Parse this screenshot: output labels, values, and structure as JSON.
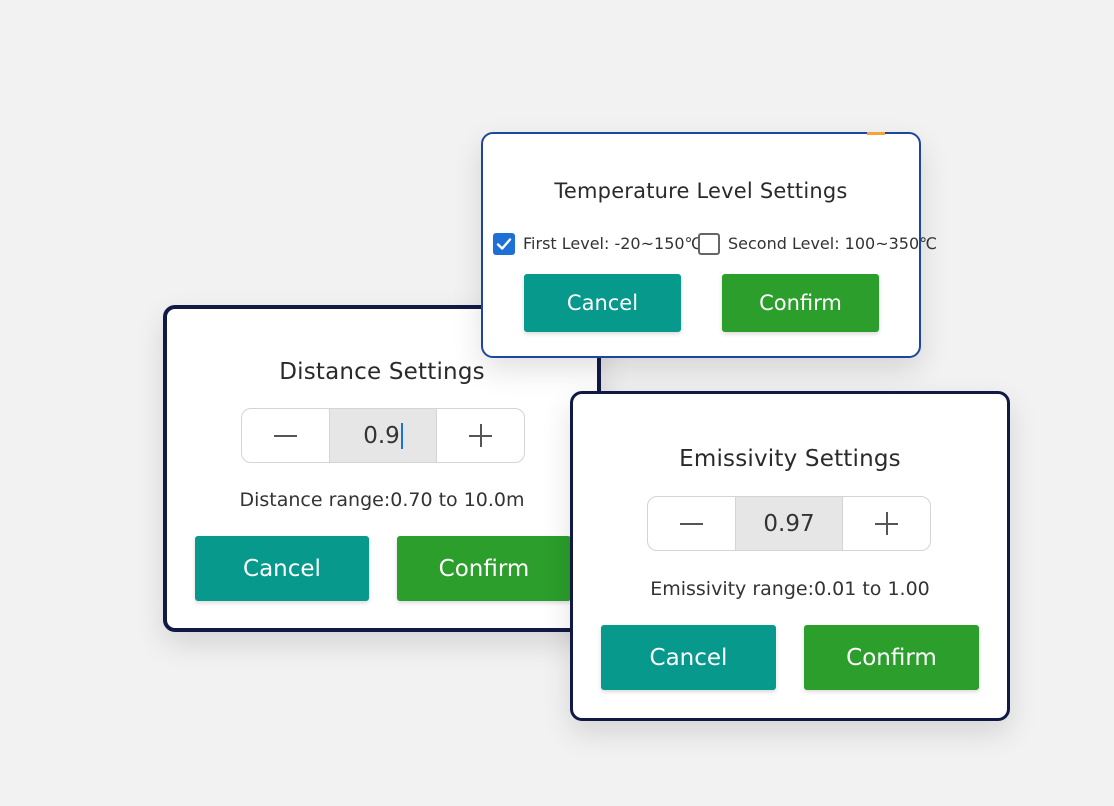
{
  "distance_dialog": {
    "title": "Distance Settings",
    "value": "0.9",
    "range_text": "Distance range:0.70 to 10.0m",
    "cancel_label": "Cancel",
    "confirm_label": "Confirm"
  },
  "emissivity_dialog": {
    "title": "Emissivity Settings",
    "value": "0.97",
    "range_text": "Emissivity range:0.01 to 1.00",
    "cancel_label": "Cancel",
    "confirm_label": "Confirm"
  },
  "temperature_dialog": {
    "title": "Temperature Level Settings",
    "options": [
      {
        "label": "First Level: -20~150℃",
        "checked": true
      },
      {
        "label": "Second Level: 100~350℃",
        "checked": false
      }
    ],
    "cancel_label": "Cancel",
    "confirm_label": "Confirm"
  },
  "colors": {
    "cancel": "#079a8c",
    "confirm": "#2b9e2b",
    "checkbox_accent": "#1e6fd6",
    "dialog_border": "#101a45"
  },
  "icons": {
    "decrement": "minus-icon",
    "increment": "plus-icon",
    "check": "checkmark-icon"
  }
}
